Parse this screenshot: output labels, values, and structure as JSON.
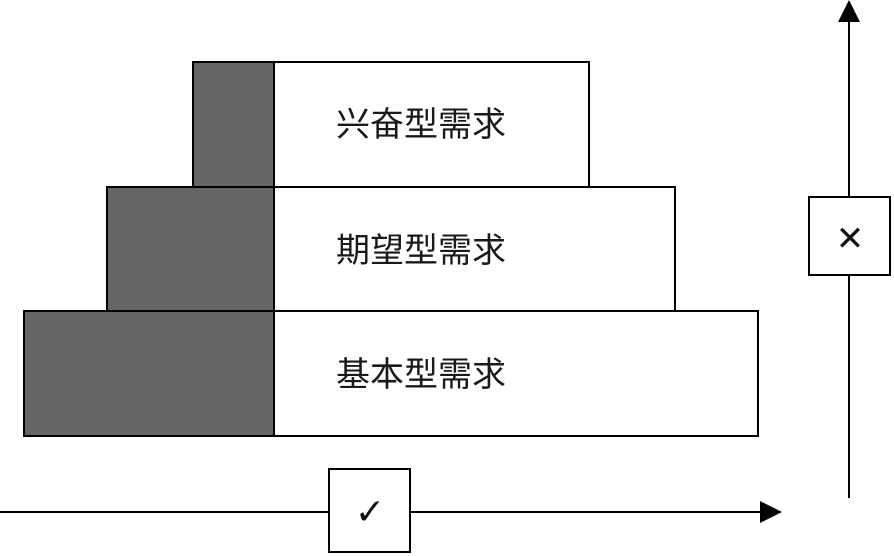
{
  "diagram": {
    "layers": [
      {
        "label": "兴奋型需求"
      },
      {
        "label": "期望型需求"
      },
      {
        "label": "基本型需求"
      }
    ],
    "vertical_axis": {
      "marker_symbol": "✕",
      "marker_icon": "cross-icon"
    },
    "horizontal_axis": {
      "marker_symbol": "✓",
      "marker_icon": "check-icon"
    },
    "colors": {
      "shaded": "#666666",
      "outline": "#000000",
      "box_fill": "#ffffff"
    }
  }
}
